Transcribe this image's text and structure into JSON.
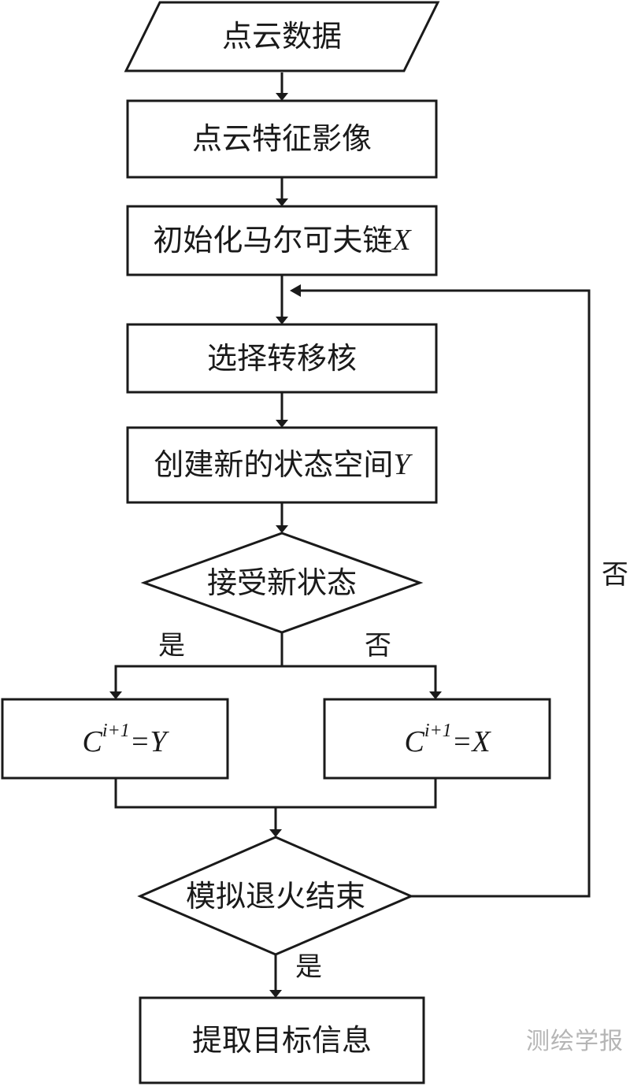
{
  "flowchart": {
    "input": "点云数据",
    "feature_image": "点云特征影像",
    "init_chain_text": "初始化马尔可夫链",
    "init_chain_var": "X",
    "select_kernel": "选择转移核",
    "create_state_text": "创建新的状态空间",
    "create_state_var": "Y",
    "accept_decision": "接受新状态",
    "yes_label": "是",
    "no_label": "否",
    "left_formula": {
      "base": "C",
      "sup": "i+1",
      "rhs": "=Y"
    },
    "right_formula": {
      "base": "C",
      "sup": "i+1",
      "rhs": "=X"
    },
    "end_decision": "模拟退火结束",
    "loop_no_label": "否",
    "end_yes_label": "是",
    "output": "提取目标信息"
  },
  "watermark": "测绘学报"
}
